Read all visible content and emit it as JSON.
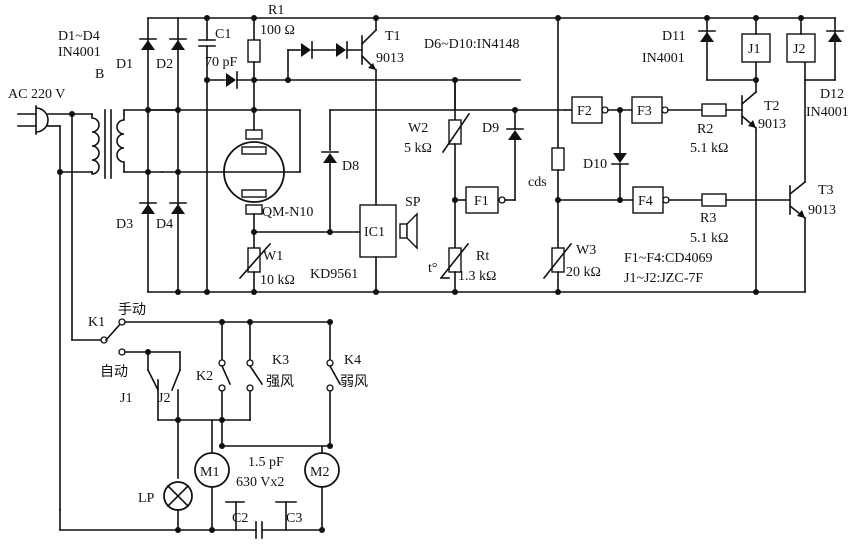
{
  "labels": {
    "d1_d4": "D1~D4",
    "in4001_a": "IN4001",
    "d1": "D1",
    "b": "B",
    "ac": "AC 220 V",
    "d2": "D2",
    "c1": "C1",
    "c1_val": "70 pF",
    "r1": "R1",
    "r1_val": "100 Ω",
    "t1": "T1",
    "t1_val": "9013",
    "d6_d10": "D6~D10:IN4148",
    "d11": "D11",
    "in4001_b": "IN4001",
    "j1": "J1",
    "j2": "J2",
    "d12": "D12",
    "in4001_c": "IN4001",
    "t2": "T2",
    "t2_val": "9013",
    "r2": "R2",
    "r2_val": "5.1 kΩ",
    "w2": "W2",
    "w2_val": "5 kΩ",
    "d9": "D9",
    "f2": "F2",
    "f3": "F3",
    "f1": "F1",
    "f4": "F4",
    "d10": "D10",
    "cds": "cds",
    "d8": "D8",
    "qm": "QM-N10",
    "ic1": "IC1",
    "sp": "SP",
    "d3": "D3",
    "d4": "D4",
    "w1": "W1",
    "w1_val": "10 kΩ",
    "kd": "KD9561",
    "tdeg": "t°",
    "rt": "Rt",
    "rt_val": "1.3 kΩ",
    "w3": "W3",
    "w3_val": "20 kΩ",
    "t3": "T3",
    "t3_val": "9013",
    "r3": "R3",
    "r3_val": "5.1 kΩ",
    "f_note": "F1~F4:CD4069",
    "j_note": "J1~J2:JZC-7F",
    "k1": "K1",
    "manual": "手动",
    "auto": "自动",
    "k2": "K2",
    "k3": "K3",
    "strong": "强风",
    "k4": "K4",
    "weak": "弱风",
    "j1s": "J1",
    "j2s": "J2",
    "m1": "M1",
    "m2": "M2",
    "cap_val": "1.5 pF",
    "cap_volt": "630 Vx2",
    "c2": "C2",
    "c3": "C3",
    "lp": "LP"
  }
}
